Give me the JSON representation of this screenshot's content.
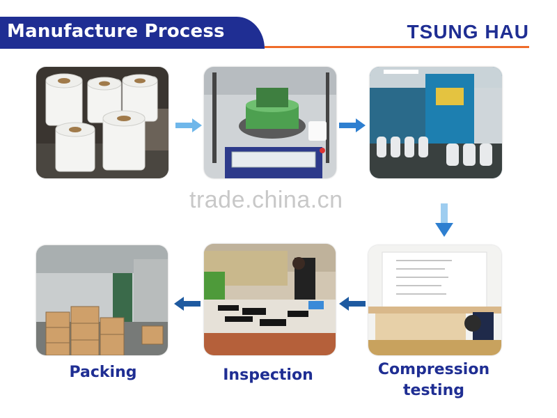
{
  "header": {
    "title": "Manufacture Process",
    "brand": "TSUNG HAU"
  },
  "watermark": "trade.china.cn",
  "steps": [
    {
      "name": "yarn",
      "label": ""
    },
    {
      "name": "knitting-machine",
      "label": ""
    },
    {
      "name": "setting-machine",
      "label": ""
    },
    {
      "name": "compression-testing",
      "label": "Compression testing"
    },
    {
      "name": "inspection",
      "label": "Inspection"
    },
    {
      "name": "packing",
      "label": "Packing"
    }
  ],
  "labels": {
    "packing": "Packing",
    "inspection": "Inspection",
    "compression_line1": "Compression",
    "compression_line2": "testing"
  },
  "colors": {
    "brand_blue": "#1f2e93",
    "accent_orange": "#ef6c2a",
    "arrow_light": "#6fb7ea",
    "arrow_dark": "#1e5aa0"
  }
}
